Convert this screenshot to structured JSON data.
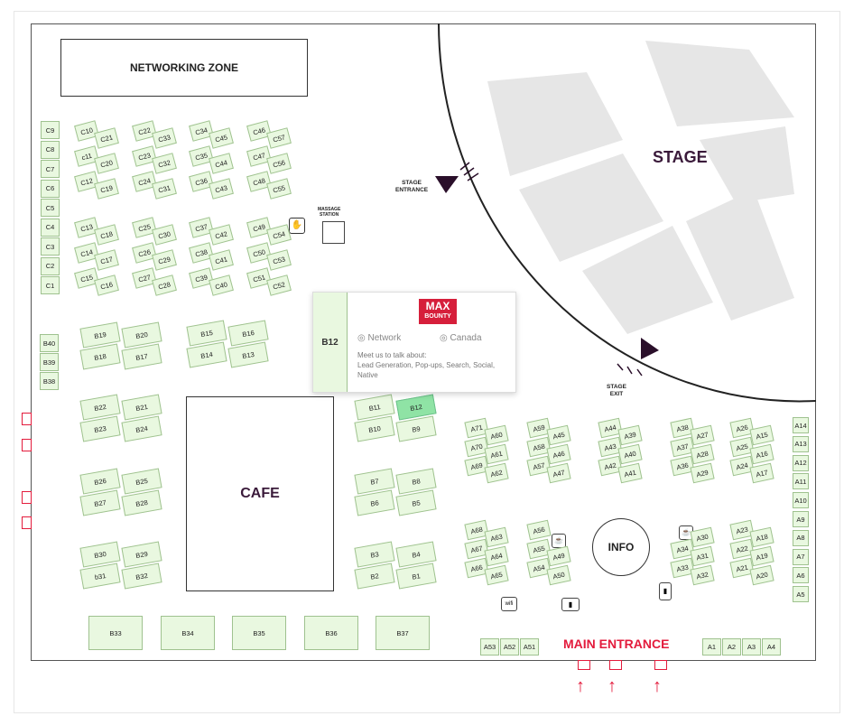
{
  "labels": {
    "networking_zone": "NETWORKING ZONE",
    "stage": "STAGE",
    "stage_entrance_1": "STAGE",
    "stage_entrance_2": "ENTRANCE",
    "stage_exit_1": "STAGE",
    "stage_exit_2": "EXIT",
    "massage_1": "MASSAGE",
    "massage_2": "STATION",
    "cafe": "CAFE",
    "info": "INFO",
    "main_entrance": "MAIN ENTRANCE"
  },
  "popup": {
    "booth": "B12",
    "logo_line1": "MAX",
    "logo_line2": "BOUNTY",
    "tag_network": "Network",
    "tag_country": "Canada",
    "intro": "Meet us to talk about:",
    "topics": "Lead Generation, Pop-ups, Search, Social, Native"
  },
  "colors": {
    "booth_fill": "#e9f8e0",
    "booth_highlight": "#8fe3a5",
    "accent_red": "#e31b3c",
    "stage_grey": "#e6e6e6",
    "label_dark": "#3a1a3a"
  },
  "booths": {
    "c_left": [
      "C9",
      "C8",
      "C7",
      "C6",
      "C5",
      "C4",
      "C3",
      "C2",
      "C1"
    ],
    "c_grid_top": [
      [
        "C10",
        "C21"
      ],
      [
        "c11",
        "C20"
      ],
      [
        "C12",
        "C19"
      ],
      [
        "C22",
        "C33"
      ],
      [
        "C23",
        "C32"
      ],
      [
        "C24",
        "C31"
      ],
      [
        "C34",
        "C45"
      ],
      [
        "C35",
        "C44"
      ],
      [
        "C36",
        "C43"
      ],
      [
        "C46",
        "C57"
      ],
      [
        "C47",
        "C56"
      ],
      [
        "C48",
        "C55"
      ]
    ],
    "c_grid_bottom": [
      [
        "C13",
        "C18"
      ],
      [
        "C14",
        "C17"
      ],
      [
        "C15",
        "C16"
      ],
      [
        "C25",
        "C30"
      ],
      [
        "C26",
        "C29"
      ],
      [
        "C27",
        "C28"
      ],
      [
        "C37",
        "C42"
      ],
      [
        "C38",
        "C41"
      ],
      [
        "C39",
        "C40"
      ],
      [
        "C49",
        "C54"
      ],
      [
        "C50",
        "C53"
      ],
      [
        "C51",
        "C52"
      ]
    ],
    "b_left": [
      "B40",
      "B39",
      "B38"
    ],
    "b_quads": [
      [
        "B19",
        "B20",
        "B18",
        "B17"
      ],
      [
        "B15",
        "B16",
        "B14",
        "B13"
      ],
      [
        "B22",
        "B21",
        "B23",
        "B24"
      ],
      [
        "B26",
        "B25",
        "B27",
        "B28"
      ],
      [
        "B30",
        "B29",
        "b31",
        "B32"
      ],
      [
        "B11",
        "B12",
        "B10",
        "B9"
      ],
      [
        "B7",
        "B8",
        "B6",
        "B5"
      ],
      [
        "B3",
        "B4",
        "B2",
        "B1"
      ]
    ],
    "b_bottom": [
      "B33",
      "B34",
      "B35",
      "B36",
      "B37"
    ],
    "a_right": [
      "A14",
      "A13",
      "A12",
      "A11",
      "A10",
      "A9",
      "A8",
      "A7",
      "A6",
      "A5"
    ],
    "a_bottom_left": [
      "A53",
      "A52",
      "A51"
    ],
    "a_bottom_right": [
      "A1",
      "A2",
      "A3",
      "A4"
    ],
    "a_clusters": [
      [
        "A71",
        "A60",
        "A70",
        "A61",
        "A69",
        "A62"
      ],
      [
        "A59",
        "A45",
        "A58",
        "A46",
        "A57",
        "A47"
      ],
      [
        "A44",
        "A39",
        "A43",
        "A40",
        "A42",
        "A41"
      ],
      [
        "A38",
        "A27",
        "A37",
        "A28",
        "A36",
        "A29"
      ],
      [
        "A26",
        "A15",
        "A25",
        "A16",
        "A24",
        "A17"
      ],
      [
        "A68",
        "A63",
        "A67",
        "A64",
        "A66",
        "A65"
      ],
      [
        "A56",
        "",
        "A55",
        "A49",
        "A54",
        "A50"
      ],
      [
        "",
        "A30",
        "A34",
        "A31",
        "A33",
        "A32"
      ],
      [
        "A23",
        "A18",
        "A22",
        "A19",
        "A21",
        "A20"
      ]
    ]
  }
}
